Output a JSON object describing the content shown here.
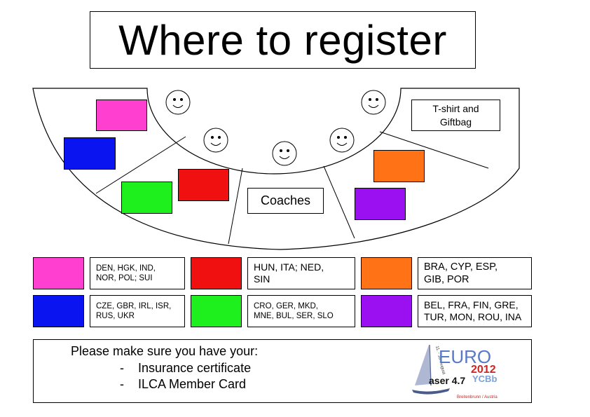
{
  "title": "Where to register",
  "floor": {
    "tshirt_label": "T-shirt and\nGiftbag",
    "coaches_label": "Coaches",
    "zones": [
      {
        "name": "pink-zone",
        "color": "#FF3FCF"
      },
      {
        "name": "blue-zone",
        "color": "#0A14F0"
      },
      {
        "name": "green-zone",
        "color": "#1EF01E"
      },
      {
        "name": "red-zone",
        "color": "#F01010"
      },
      {
        "name": "orange-zone",
        "color": "#FF7316"
      },
      {
        "name": "purple-zone",
        "color": "#9A10F0"
      }
    ]
  },
  "legend": [
    {
      "color": "#FF3FCF",
      "countries": "DEN, HGK, IND,\nNOR, POL; SUI"
    },
    {
      "color": "#F01010",
      "countries": "HUN, ITA; NED,\nSIN"
    },
    {
      "color": "#FF7316",
      "countries": "BRA, CYP, ESP,\nGIB, POR"
    },
    {
      "color": "#0A14F0",
      "countries": "CZE, GBR, IRL, ISR,\nRUS, UKR"
    },
    {
      "color": "#1EF01E",
      "countries": "CRO, GER, MKD,\nMNE, BUL, SER, SLO"
    },
    {
      "color": "#9A10F0",
      "countries": "BEL, FRA, FIN, GRE,\nTUR, MON, ROU, INA"
    }
  ],
  "info": {
    "heading": "Please make sure you have your:",
    "items": [
      "Insurance certificate",
      "ILCA Member Card"
    ],
    "bullet": "-"
  },
  "logo": {
    "euro": "EURO",
    "year": "2012",
    "class": "aser 4.7",
    "org": "YCBb",
    "dates": "11. - 18. August",
    "place": "Breitenbrunn / Austria"
  }
}
